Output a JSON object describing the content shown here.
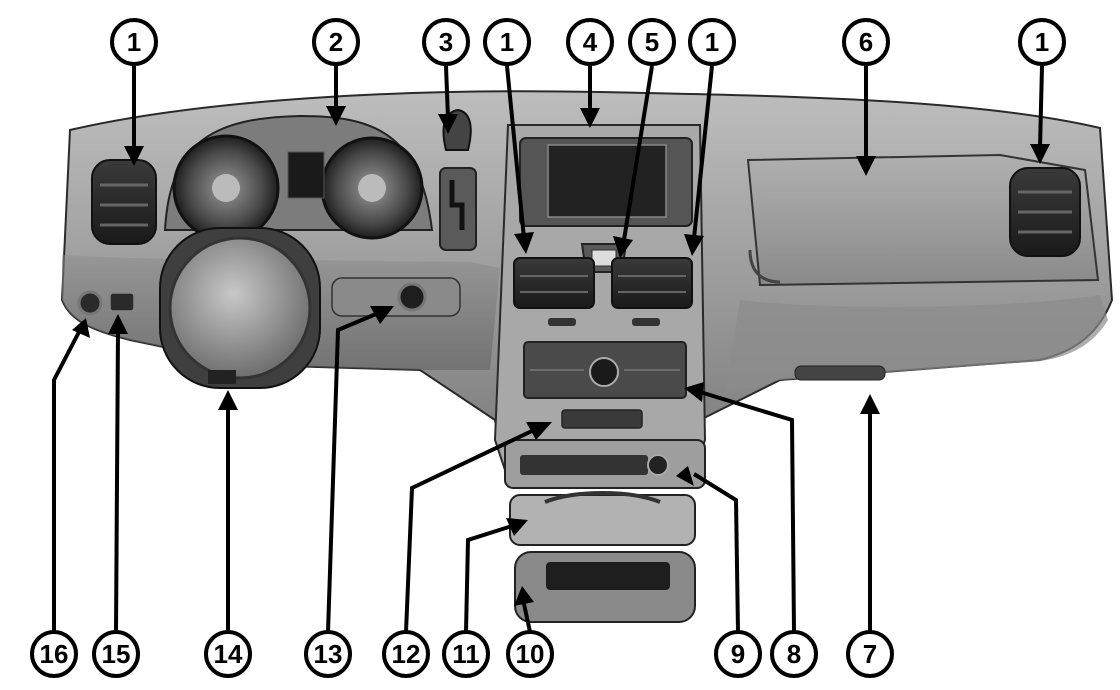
{
  "callouts": [
    {
      "id": "c1a",
      "label": "1"
    },
    {
      "id": "c2",
      "label": "2"
    },
    {
      "id": "c3",
      "label": "3"
    },
    {
      "id": "c1b",
      "label": "1"
    },
    {
      "id": "c4",
      "label": "4"
    },
    {
      "id": "c5",
      "label": "5"
    },
    {
      "id": "c1c",
      "label": "1"
    },
    {
      "id": "c6",
      "label": "6"
    },
    {
      "id": "c1d",
      "label": "1"
    },
    {
      "id": "c16",
      "label": "16"
    },
    {
      "id": "c15",
      "label": "15"
    },
    {
      "id": "c14",
      "label": "14"
    },
    {
      "id": "c13",
      "label": "13"
    },
    {
      "id": "c12",
      "label": "12"
    },
    {
      "id": "c11",
      "label": "11"
    },
    {
      "id": "c10",
      "label": "10"
    },
    {
      "id": "c9",
      "label": "9"
    },
    {
      "id": "c8",
      "label": "8"
    },
    {
      "id": "c7",
      "label": "7"
    }
  ]
}
